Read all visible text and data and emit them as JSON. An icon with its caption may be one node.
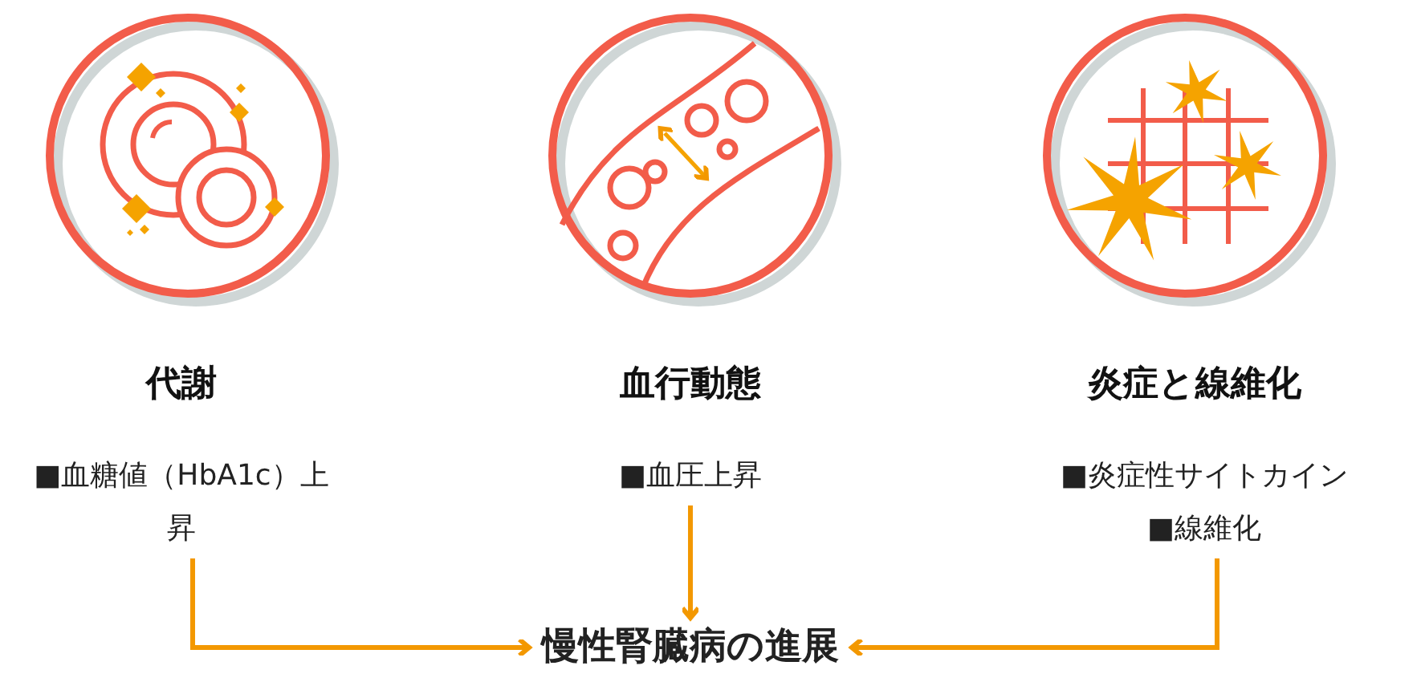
{
  "diagram": {
    "nodes": [
      {
        "text": [
          "■血糖値（HbA1c）上昇"
        ]
      },
      {
        "text": [
          "■血圧上昇"
        ]
      },
      {
        "text": [
          "■炎症性サイトカイン",
          "■線維化"
        ]
      },
      {
        "text": [
          "慢性腎臓病の進展"
        ]
      }
    ],
    "edges": [
      {
        "from": 0,
        "to": 3,
        "arrow": "to"
      },
      {
        "from": 1,
        "to": 3,
        "arrow": "to"
      },
      {
        "from": 2,
        "to": 3,
        "arrow": "to"
      }
    ],
    "labels": [
      "代謝",
      "血行動態",
      "炎症と線維化"
    ]
  }
}
